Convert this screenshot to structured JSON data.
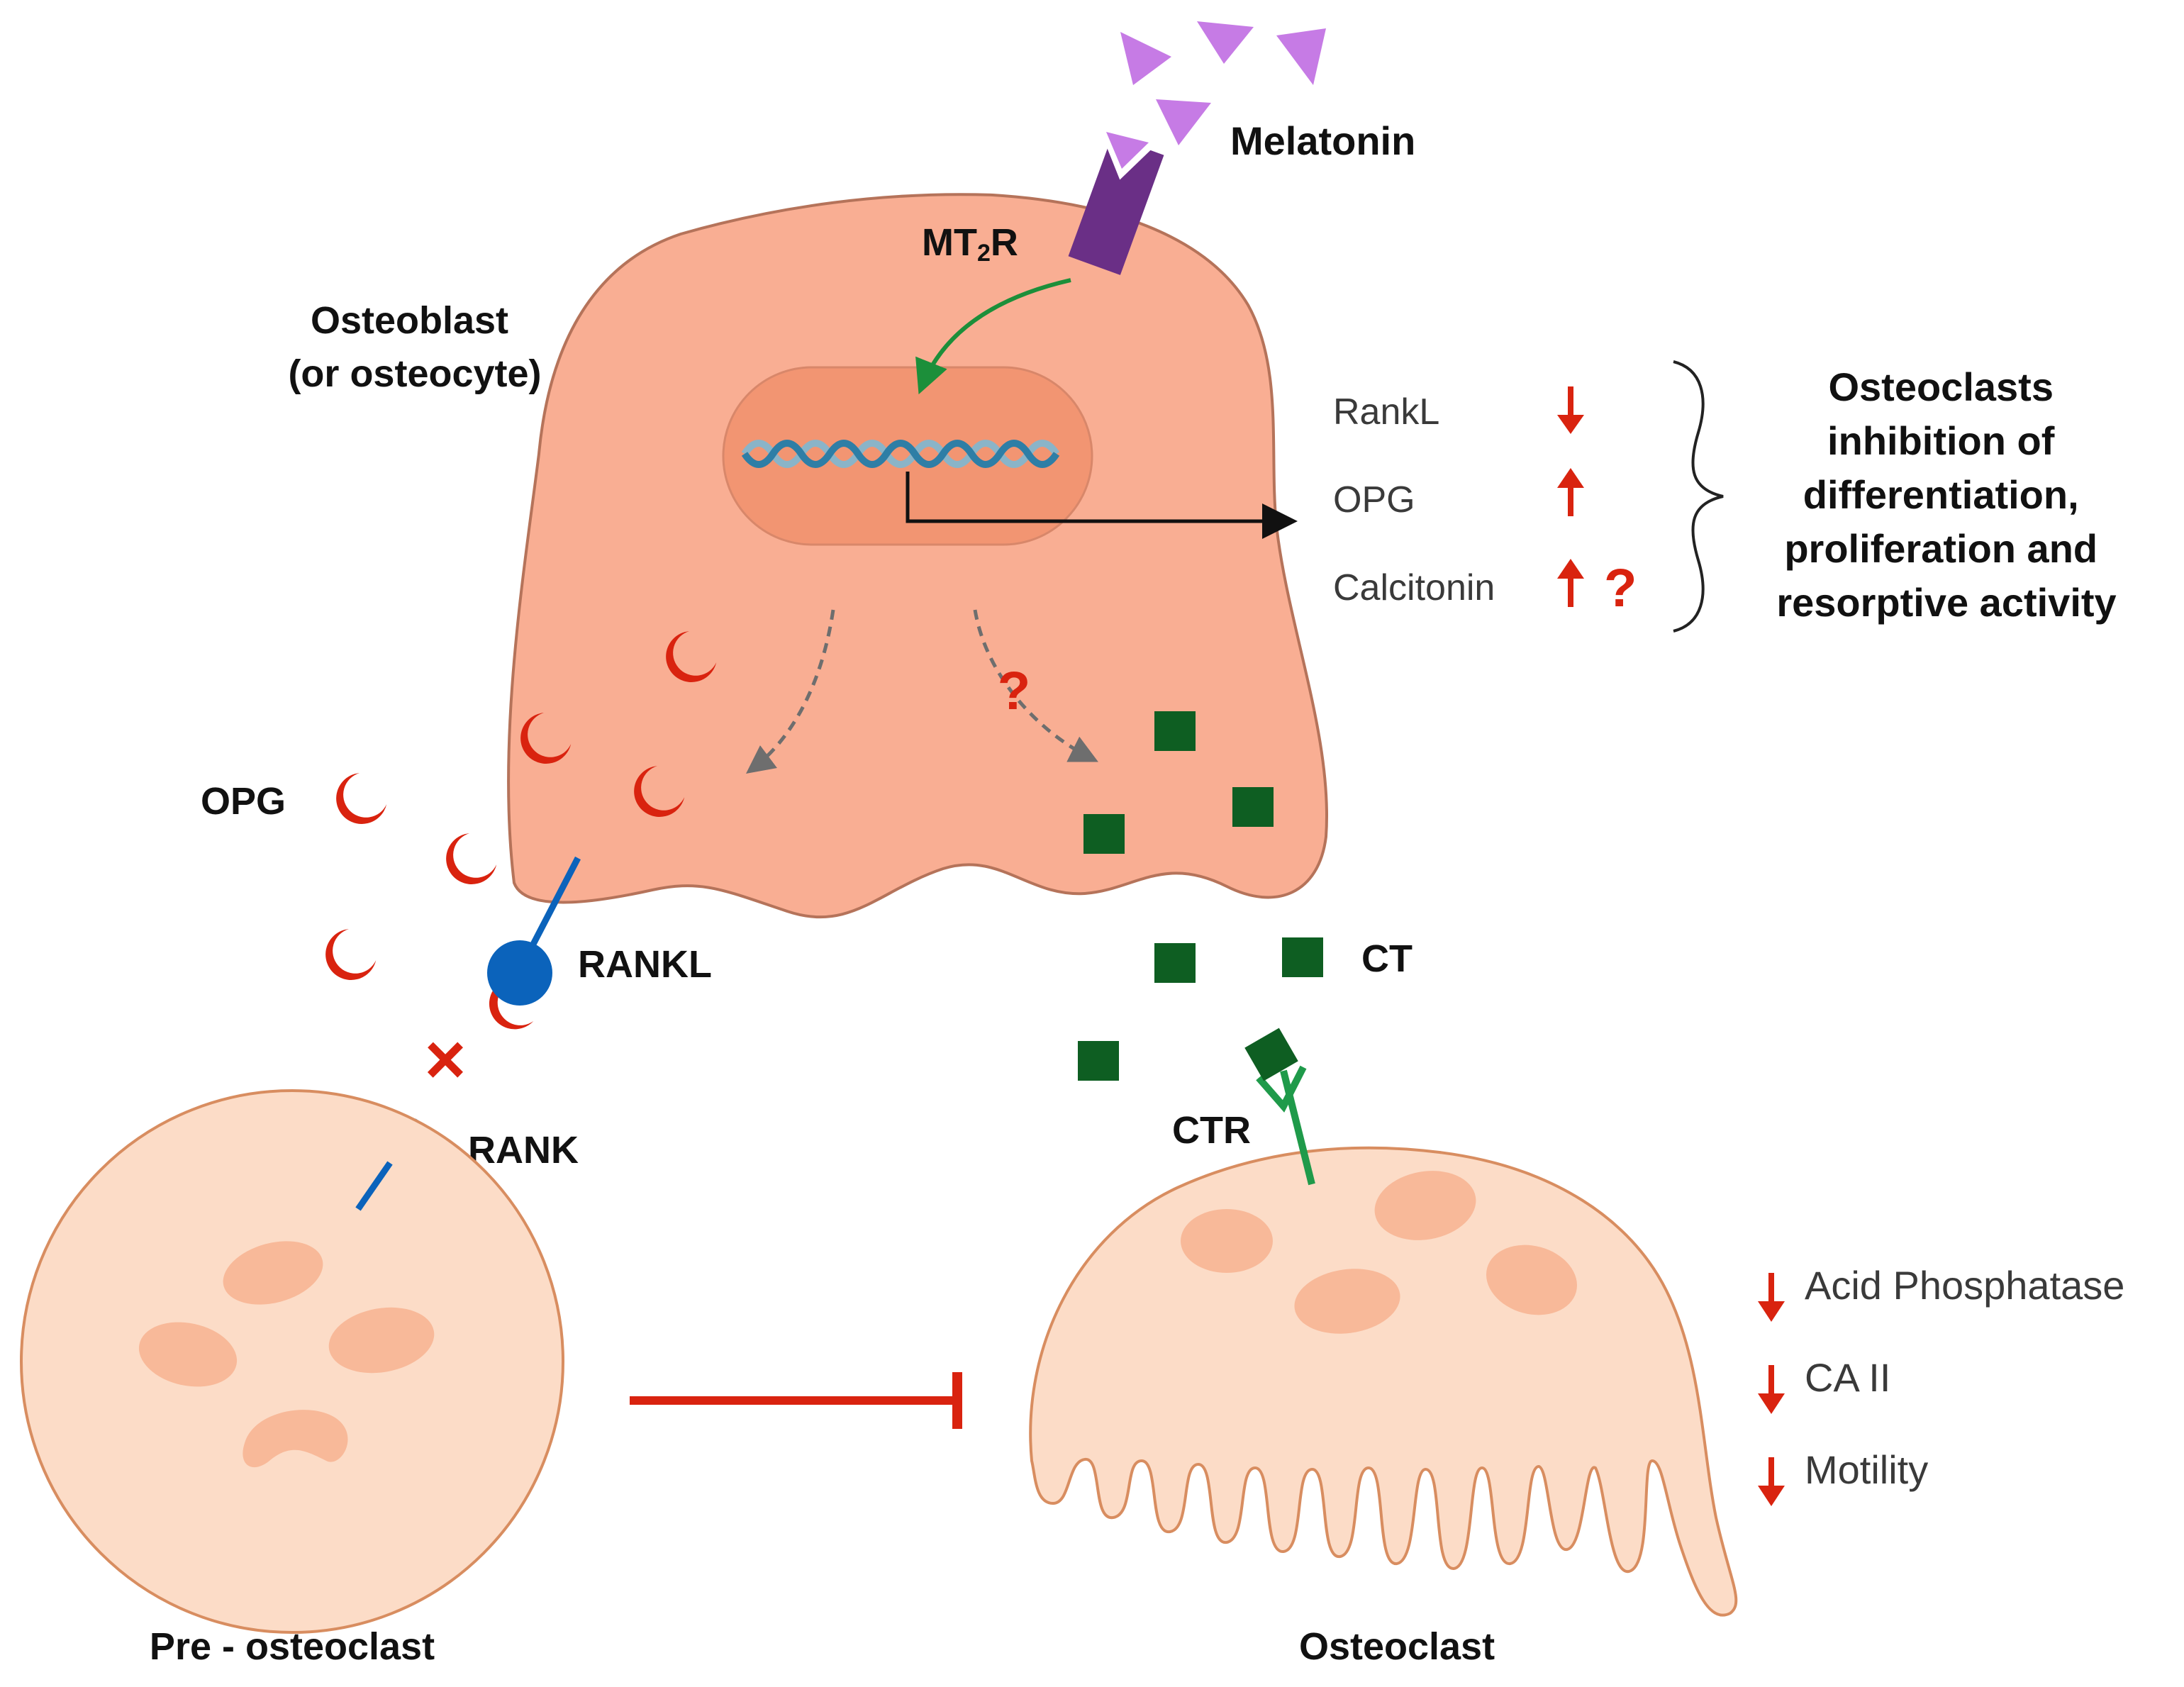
{
  "colors": {
    "osteoblast_fill": "#F9AE93",
    "cell_outline": "#B5735A",
    "nucleus_fill": "#F29572",
    "light_cell_fill": "#FCDCC7",
    "light_cell_outline": "#D88D60",
    "inner_nucleus_fill": "#F8B999",
    "opg_red": "#D9230F",
    "ct_green": "#0E5E22",
    "receptor_green": "#1F9A4A",
    "rank_blue": "#0B63BB",
    "mt2r_purple": "#6A2F86",
    "melatonin_violet": "#C67BE5",
    "dna_a": "#8AB4C8",
    "dna_b": "#2E7EA6",
    "arrow_green": "#1C8F3A",
    "arrow_black": "#111111",
    "dashed_grey": "#6E6E6E"
  },
  "labels": {
    "melatonin": "Melatonin",
    "mt2r_main": "MT",
    "mt2r_sub": "2",
    "mt2r_tail": "R",
    "osteoblast_line1": "Osteoblast",
    "osteoblast_line2": "(or osteocyte)",
    "opg": "OPG",
    "rankl": "RANKL",
    "rank": "RANK",
    "ct": "CT",
    "ctr": "CTR",
    "pre_osteoclast": "Pre - osteoclast",
    "osteoclast": "Osteoclast"
  },
  "gene_effects": {
    "items": [
      {
        "name": "RankL",
        "direction": "down",
        "question": ""
      },
      {
        "name": "OPG",
        "direction": "up",
        "question": ""
      },
      {
        "name": "Calcitonin",
        "direction": "up",
        "question": "?"
      }
    ],
    "summary": [
      "Osteoclasts",
      "inhibition of",
      "differentiation,",
      "proliferation and",
      "resorptive activity"
    ]
  },
  "osteoclast_effects": [
    {
      "name": "Acid Phosphatase",
      "direction": "down"
    },
    {
      "name": "CA II",
      "direction": "down"
    },
    {
      "name": "Motility",
      "direction": "down"
    }
  ],
  "question_marks": {
    "ct_pathway": "?"
  },
  "blocked_mark": "×",
  "icons": {
    "melatonin": "triangle-molecule-icon",
    "opg": "crescent-molecule-icon",
    "ct": "square-molecule-icon",
    "dna": "double-helix-icon",
    "block": "x-mark-icon",
    "inhibition": "t-bar-inhibition-icon"
  }
}
